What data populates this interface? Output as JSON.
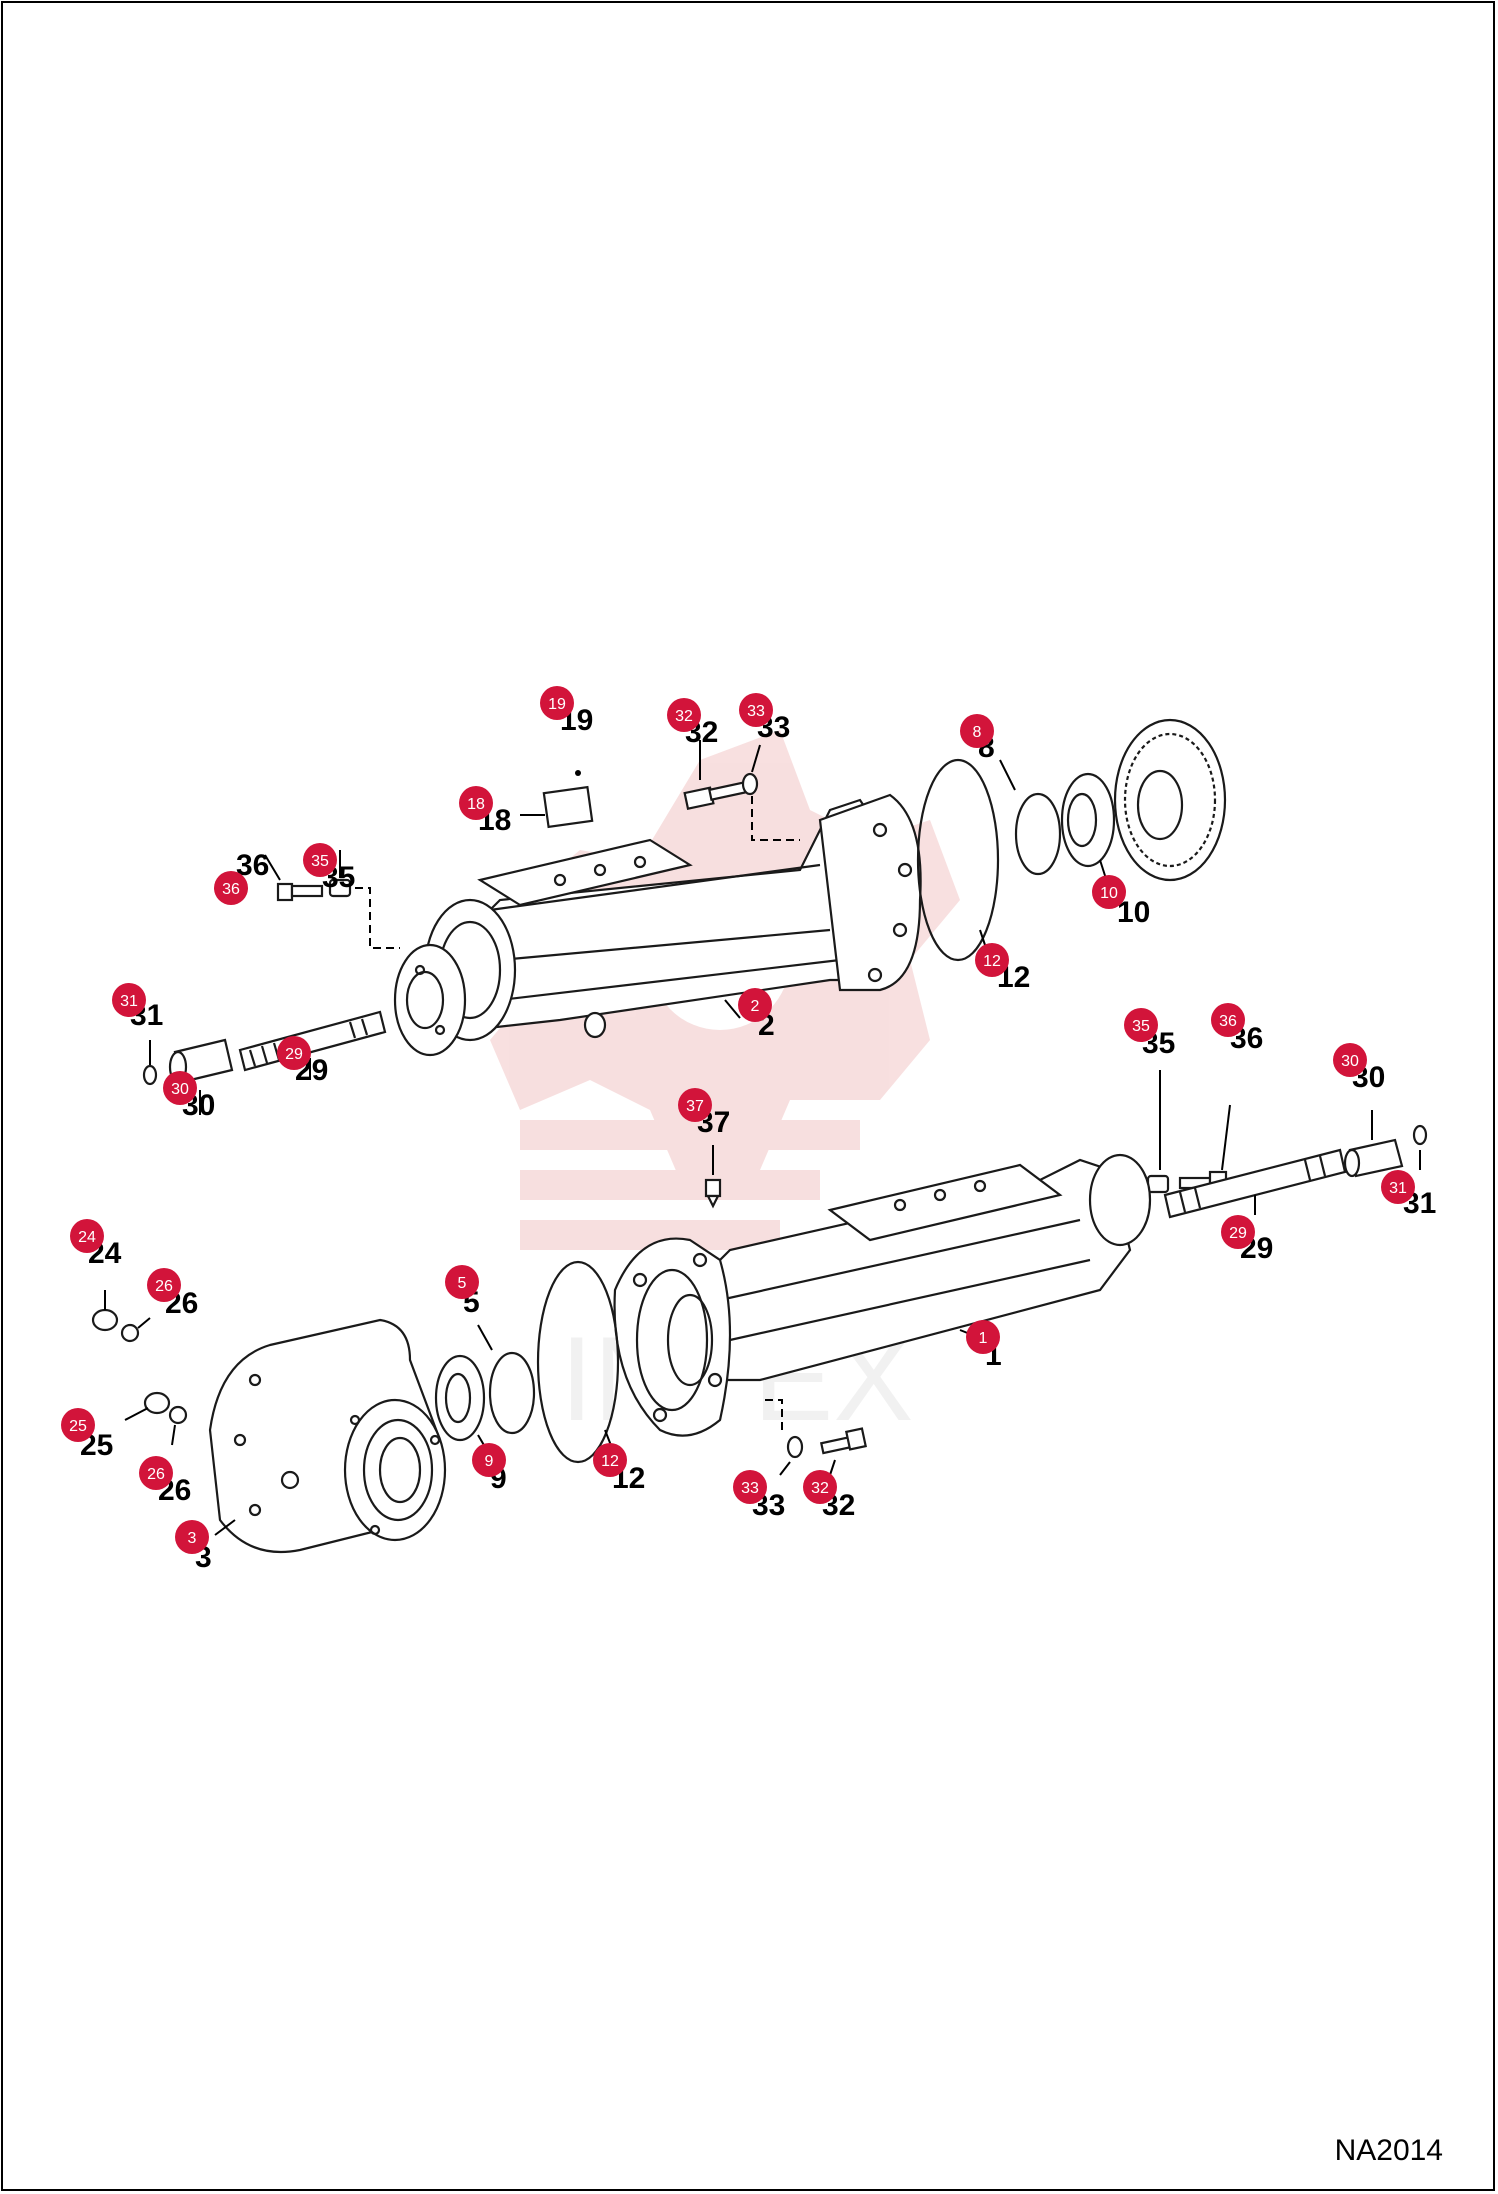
{
  "diagram_code": "NA2014",
  "watermark_text": "INTEX",
  "colors": {
    "badge": "#d2143a",
    "watermark": "#f2c6c6",
    "line": "#1a1a1a"
  },
  "callouts": [
    {
      "id": "c19",
      "label": "19"
    },
    {
      "id": "c18",
      "label": "18"
    },
    {
      "id": "c32a",
      "label": "32"
    },
    {
      "id": "c33a",
      "label": "33"
    },
    {
      "id": "c8",
      "label": "8"
    },
    {
      "id": "c10",
      "label": "10"
    },
    {
      "id": "c12a",
      "label": "12"
    },
    {
      "id": "c35a",
      "label": "35"
    },
    {
      "id": "c36a",
      "label": "36"
    },
    {
      "id": "c31a",
      "label": "31"
    },
    {
      "id": "c30a",
      "label": "30"
    },
    {
      "id": "c29a",
      "label": "29"
    },
    {
      "id": "c2",
      "label": "2"
    },
    {
      "id": "c35b",
      "label": "35"
    },
    {
      "id": "c36b",
      "label": "36"
    },
    {
      "id": "c30b",
      "label": "30"
    },
    {
      "id": "c31b",
      "label": "31"
    },
    {
      "id": "c37",
      "label": "37"
    },
    {
      "id": "c29b",
      "label": "29"
    },
    {
      "id": "c1",
      "label": "1"
    },
    {
      "id": "c24",
      "label": "24"
    },
    {
      "id": "c26a",
      "label": "26"
    },
    {
      "id": "c5",
      "label": "5"
    },
    {
      "id": "c25",
      "label": "25"
    },
    {
      "id": "c26b",
      "label": "26"
    },
    {
      "id": "c9",
      "label": "9"
    },
    {
      "id": "c12b",
      "label": "12"
    },
    {
      "id": "c33b",
      "label": "33"
    },
    {
      "id": "c32b",
      "label": "32"
    },
    {
      "id": "c3",
      "label": "3"
    }
  ]
}
